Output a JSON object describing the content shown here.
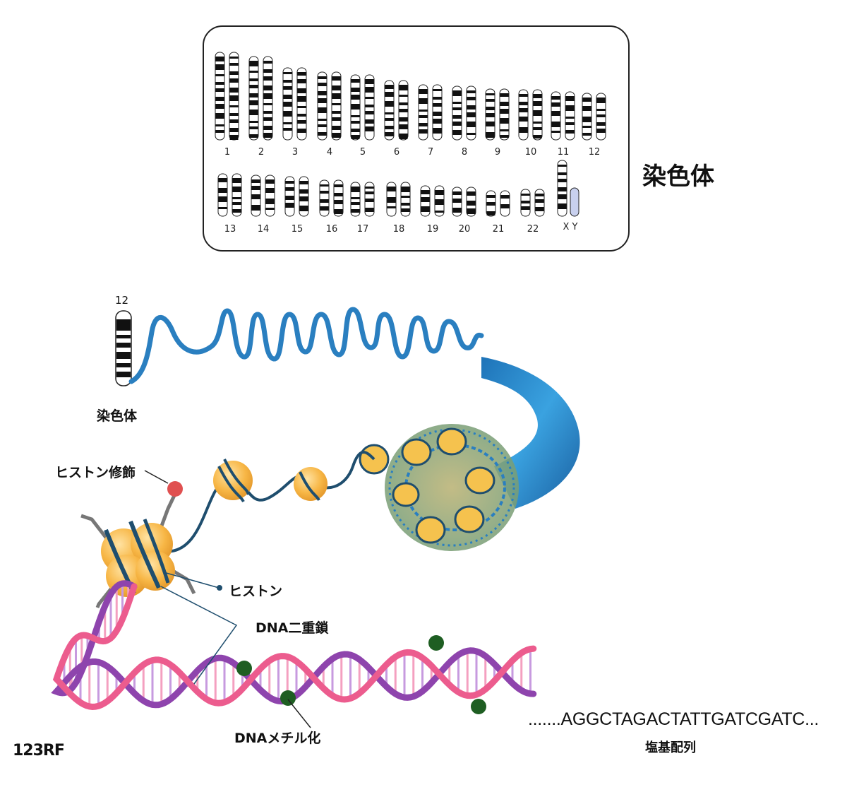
{
  "karyotype": {
    "title": "染色体",
    "row1": [
      "1",
      "2",
      "3",
      "4",
      "5",
      "6",
      "7",
      "8",
      "9",
      "10",
      "11",
      "12"
    ],
    "row2": [
      "13",
      "14",
      "15",
      "16",
      "17",
      "18",
      "19",
      "20",
      "21",
      "22",
      "X Y"
    ]
  },
  "chromosome": {
    "number": "12",
    "label": "染色体"
  },
  "labels": {
    "histone_modification": "ヒストン修飾",
    "histone": "ヒストン",
    "dna_double_strand": "DNA二重鎖",
    "dna_methylation": "DNAメチル化",
    "sequence": ".......AGGCTAGACTATTGATCGATC...",
    "base_sequence": "塩基配列"
  },
  "logo": "123RF",
  "colors": {
    "fiber": "#2a7fc0",
    "histone": "#f5b94a",
    "dna_pink": "#ec5c8e",
    "dna_purple": "#8e44ad",
    "methyl": "#1e5e22",
    "modification": "#e05050",
    "wrap": "#1f4e6e"
  }
}
